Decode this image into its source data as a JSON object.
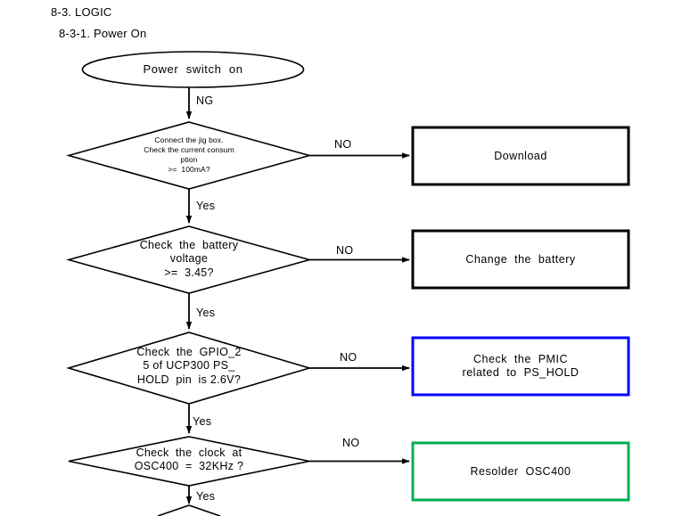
{
  "document": {
    "section_number": "8-3. LOGIC",
    "subsection_number": "8-3-1. Power On"
  },
  "flowchart": {
    "title": "Power On troubleshooting flow",
    "terminal": {
      "id": "power-switch-on",
      "shape": "ellipse",
      "label": "Power  switch  on"
    },
    "decisions": [
      {
        "id": "current-consumption",
        "shape": "diamond",
        "label": "Connect the jig box.\nCheck the current consum\nption\n>=  100mA?",
        "yes_label": "Yes",
        "no_label": "NO"
      },
      {
        "id": "battery-voltage",
        "shape": "diamond",
        "label": "Check  the  battery\nvoltage\n>=  3.45?",
        "yes_label": "Yes",
        "no_label": "NO"
      },
      {
        "id": "gpio-ps-hold",
        "shape": "diamond",
        "label": "Check  the  GPIO_2\n5 of UCP300 PS_\nHOLD  pin  is 2.6V?",
        "yes_label": "Yes",
        "no_label": "NO"
      },
      {
        "id": "osc400-clock",
        "shape": "diamond",
        "label": "Check  the  clock  at\nOSC400  =  32KHz ?",
        "yes_label": "Yes",
        "no_label": "NO"
      }
    ],
    "actions": [
      {
        "id": "download",
        "shape": "rectangle",
        "label": "Download",
        "border_color": "#000000"
      },
      {
        "id": "change-the-battery",
        "shape": "rectangle",
        "label": "Change  the  battery",
        "border_color": "#000000"
      },
      {
        "id": "check-pmic",
        "shape": "rectangle",
        "label": "Check  the  PMIC\nrelated  to  PS_HOLD",
        "border_color": "#0000ff"
      },
      {
        "id": "resolder-osc400",
        "shape": "rectangle",
        "label": "Resolder  OSC400",
        "border_color": "#00b050"
      }
    ],
    "connector_labels": {
      "start_to_first": "NG"
    }
  }
}
